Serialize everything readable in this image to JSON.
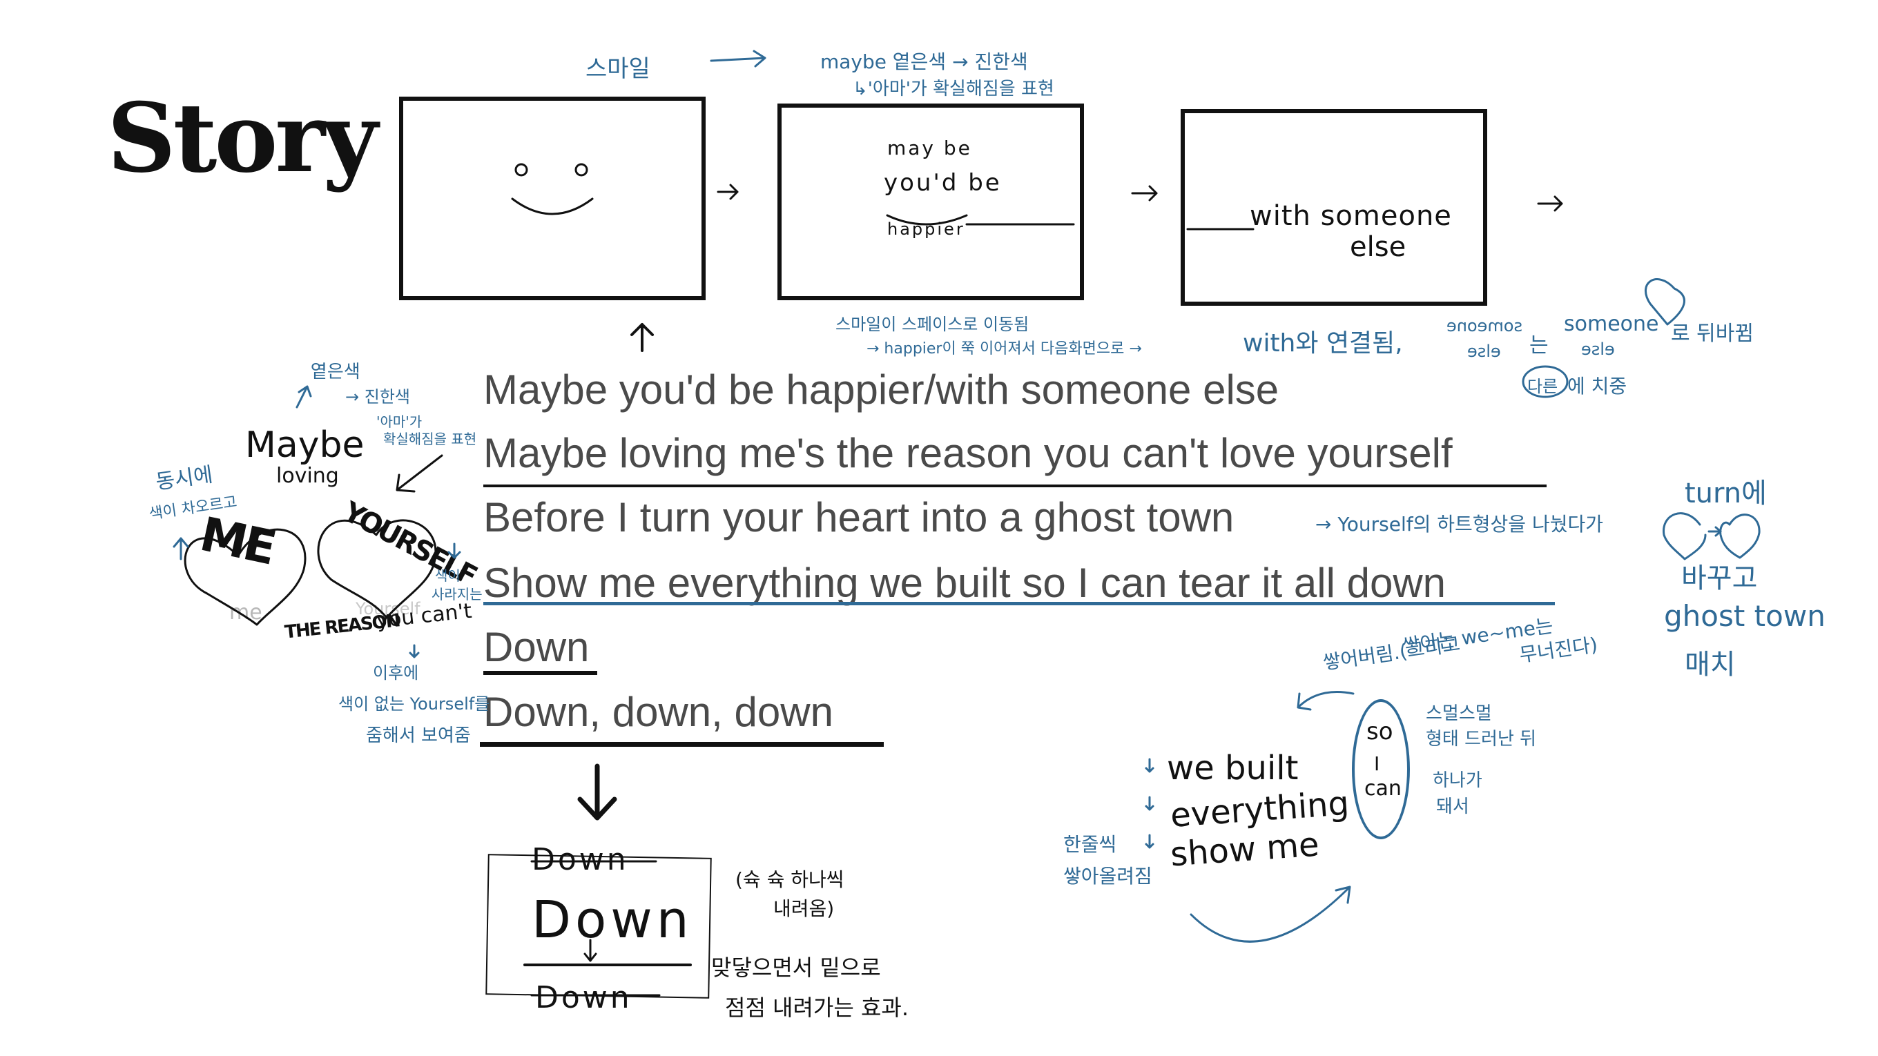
{
  "title": "Story",
  "colors": {
    "ink": "#111111",
    "blue": "#2f6a96",
    "lyric": "#4a4a4a"
  },
  "storyboard": {
    "frame1_note": "스마일",
    "frame2_note_1": "maybe 옅은색 → 진한색",
    "frame2_note_2": "↳'아마'가 확실해짐을 표현",
    "frame2_text_1": "may be",
    "frame2_text_2": "you'd be",
    "frame2_text_3": "happier",
    "frame3_text_1": "with someone",
    "frame3_text_2": "else",
    "below_note_1": "스마일이 스페이스로 이동됨",
    "below_note_2": "→ happier이 쭉 이어져서 다음화면으로 →",
    "below_note_3": "with와 연결됨,",
    "mirror_a": "someone",
    "mirror_b": "else",
    "mirror_c": "는",
    "mirror_d": "someone",
    "mirror_e": "else",
    "mirror_f": "로 뒤바뀜",
    "mirror_g": "다른",
    "mirror_h": "에 치중"
  },
  "lyrics": [
    "Maybe you'd be happier/with someone else",
    "Maybe loving me's the reason you can't love yourself",
    "Before I turn your heart into a ghost town",
    "Show me everything we built so I can tear it all down",
    "Down",
    "Down, down, down"
  ],
  "left_notes": {
    "n1": "옅은색",
    "n2": "→ 진한색",
    "n3": "'아마'가",
    "n4": "확실해짐을 표현",
    "maybe": "Maybe",
    "loving": "loving",
    "n5": "동시에",
    "n6": "색이 차오르고",
    "heart1": "ME",
    "heart2": "YOURSELF",
    "me": "me",
    "yourself": "Yourself",
    "n7": "색이",
    "n8": "사라지는",
    "reason": "THE REASON",
    "youcant": "you can't",
    "n9": "이후에",
    "n10": "색이 없는 Yourself를",
    "n11": "줌해서 보여줌"
  },
  "right_notes": {
    "heart_note": "→ Yourself의 하트형상을 나눴다가",
    "turn": "turn에",
    "swap": "바꾸고",
    "ghost": "ghost town",
    "match": "매치"
  },
  "down_box": {
    "top": "Down",
    "mid": "Down",
    "bottom": "Down",
    "note1": "(슉 슉 하나씩",
    "note2": "내려옴)",
    "note3": "맞닿으면서 밑으로",
    "note4": "점점 내려가는 효과."
  },
  "built": {
    "stack_1": "we built",
    "stack_2": "everything",
    "stack_3": "show me",
    "so": "so",
    "i": "I",
    "can": "can",
    "n1": "쌓어버림.(그리고",
    "n2": "쌓아논 we~me는",
    "n3": "무너진다)",
    "n4": "스멀스멀",
    "n5": "형태 드러난 뒤",
    "n6": "하나가",
    "n7": "돼서",
    "n8": "한줄씩",
    "n9": "쌓아올려짐"
  }
}
